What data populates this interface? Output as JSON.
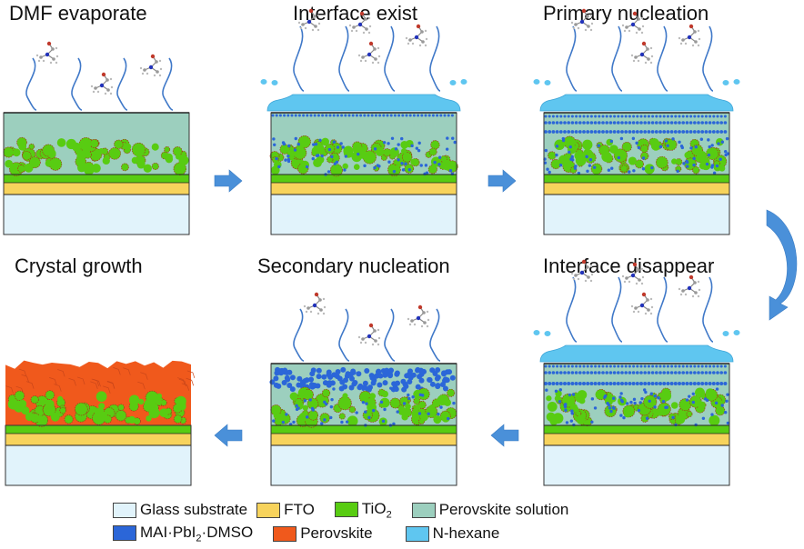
{
  "figure": {
    "colors": {
      "glass": "#e1f3fb",
      "fto": "#f7d35c",
      "tio2": "#58cc12",
      "solution": "#9ccfbe",
      "intermediate": "#2b66d8",
      "perovskite": "#f0591c",
      "hexane": "#5fc6f0",
      "arrow": "#4a90d9",
      "vapor": "#3f78c8"
    },
    "panels": [
      {
        "id": "p1",
        "title": "DMF evaporate"
      },
      {
        "id": "p2",
        "title": "Interface exist"
      },
      {
        "id": "p3",
        "title": "Primary nucleation"
      },
      {
        "id": "p4",
        "title": "Interface disappear"
      },
      {
        "id": "p5",
        "title": "Secondary nucleation"
      },
      {
        "id": "p6",
        "title": "Crystal growth"
      }
    ],
    "legend": [
      {
        "label": "Glass substrate",
        "color": "#e1f3fb"
      },
      {
        "label": "FTO",
        "color": "#f7d35c"
      },
      {
        "label": "TiO",
        "sub": "2",
        "color": "#58cc12"
      },
      {
        "label": "Perovskite solution",
        "color": "#9ccfbe"
      },
      {
        "label": "MAI·PbI",
        "sub": "2",
        "suffix": "·DMSO",
        "color": "#2b66d8"
      },
      {
        "label": "Perovskite",
        "color": "#f0591c"
      },
      {
        "label": "N-hexane",
        "color": "#5fc6f0"
      }
    ]
  }
}
